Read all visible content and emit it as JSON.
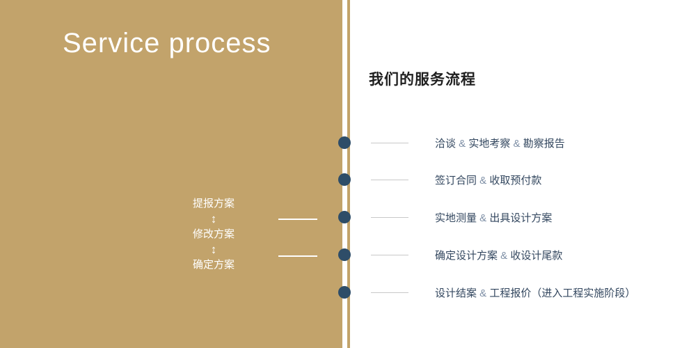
{
  "left": {
    "title": "Service process",
    "flow": {
      "labels": [
        "提报方案",
        "修改方案",
        "确定方案"
      ],
      "arrow": "↕"
    }
  },
  "right": {
    "title": "我们的服务流程",
    "separator": "&",
    "steps": [
      {
        "segments": [
          "洽谈",
          "实地考察",
          "勘察报告"
        ]
      },
      {
        "segments": [
          "签订合同",
          "收取预付款"
        ]
      },
      {
        "segments": [
          "实地测量",
          "出具设计方案"
        ]
      },
      {
        "segments": [
          "确定设计方案",
          "收设计尾款"
        ]
      },
      {
        "segments": [
          "设计结案",
          "工程报价（进入工程实施阶段）"
        ]
      }
    ]
  },
  "colors": {
    "panel_tan": "#c2a36b",
    "dot_navy": "#2e4d68",
    "step_text": "#33475f",
    "amp_gray_blue": "#7e8fa6",
    "connector_gray": "#c8c8c8"
  }
}
